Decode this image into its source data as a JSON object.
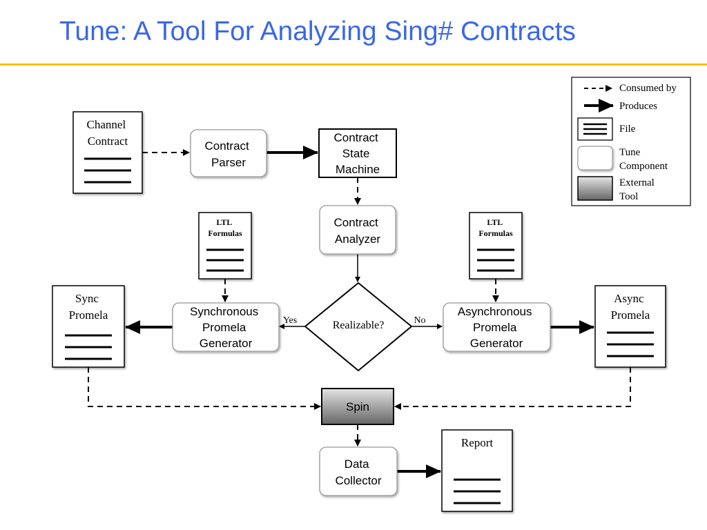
{
  "title": "Tune: A Tool For Analyzing Sing# Contracts",
  "nodes": {
    "channel_contract": [
      "Channel",
      "Contract"
    ],
    "contract_parser": [
      "Contract",
      "Parser"
    ],
    "contract_state_machine": [
      "Contract",
      "State",
      "Machine"
    ],
    "contract_analyzer": [
      "Contract",
      "Analyzer"
    ],
    "ltl_left": [
      "LTL",
      "Formulas"
    ],
    "ltl_right": [
      "LTL",
      "Formulas"
    ],
    "sync_promela": [
      "Sync",
      "Promela"
    ],
    "sync_generator": [
      "Synchronous",
      "Promela",
      "Generator"
    ],
    "realizable": "Realizable?",
    "async_generator": [
      "Asynchronous",
      "Promela",
      "Generator"
    ],
    "async_promela": [
      "Async",
      "Promela"
    ],
    "spin": "Spin",
    "data_collector": [
      "Data",
      "Collector"
    ],
    "report": "Report"
  },
  "edges": {
    "yes": "Yes",
    "no": "No"
  },
  "legend": {
    "consumed_by": "Consumed by",
    "produces": "Produces",
    "file": "File",
    "tune_component": [
      "Tune",
      "Component"
    ],
    "external_tool": [
      "External",
      "Tool"
    ]
  },
  "colors": {
    "title": "#3a67e6",
    "rule": "#f2c20f",
    "spin_dark": "#6e6e6e",
    "spin_light": "#d8d8d8"
  }
}
